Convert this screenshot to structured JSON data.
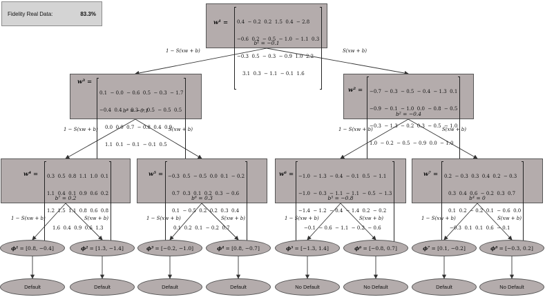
{
  "badge": {
    "label": "Fidelity Real Data:",
    "value": "83.3%"
  },
  "edge_left": "1 − S(xw + b)",
  "edge_right": "S(xw + b)",
  "nodes": {
    "w1": {
      "lhs": "w¹ =",
      "rows": [
        "0.4  − 0.2  0.2  1.5  0.4  − 2.8",
        "−0.6  0.2  − 0.5  − 1.0  − 1.1  0.3",
        "−0.3  0.5  − 0.3  − 0.9  1.0  2.2",
        "3.1  0.3  − 1.1  − 0.1  1.6"
      ],
      "bias": "b¹ = −0.1"
    },
    "w3": {
      "lhs": "w³ =",
      "rows": [
        "0.1  − 0.0  − 0.6  0.5  − 0.3  − 1.7",
        "−0.4  0.4  − 0.3  − 0.5  − 0.5  0.5",
        "0.0  0.0  0.7  − 0.8  0.4  0.9",
        "1.1  0.1  − 0.1  − 0.1  0.5"
      ],
      "bias": "b³ = −0.1"
    },
    "w2": {
      "lhs": "w² =",
      "rows": [
        "−0.7  − 0.3  − 0.5  − 0.4  − 1.3  0.1",
        "−0.9  − 0.1  − 1.0  0.0  − 0.8  − 0.5",
        "−0.3  − 1.3  − 0.2  0.3  − 0.5  − 1.0",
        "1.0  − 0.2  − 0.5  − 0.9  0.0  − 1.0"
      ],
      "bias": "b² = −0.4"
    },
    "w4": {
      "lhs": "w⁴ =",
      "rows": [
        "0.3  0.5  0.8  1.1  1.0  0.1",
        "1.1  0.4  0.1  0.9  0.6  0.2",
        "1.2  1.5  1.1  0.8  0.6  0.8",
        "1.6  0.4  0.9  0.6  1.3"
      ],
      "bias": "b⁷ = 0.2"
    },
    "w5": {
      "lhs": "w⁵ =",
      "rows": [
        "−0.3  0.5  − 0.5  0.0  0.1  − 0.2",
        "0.7  0.3  0.1  0.2  0.3  − 0.6",
        "0.1  − 0.5  0.2  0.2  0.3  0.4",
        "0.1  0.2  0.1  − 0.2  0.7"
      ],
      "bias": "b⁶ = 0.3"
    },
    "w6": {
      "lhs": "w⁶ =",
      "rows": [
        "−1.0  − 1.3  − 0.4  − 0.1  0.5  − 1.1",
        "−1.0  − 0.3  − 1.1  − 1.1  − 0.5  − 1.3",
        "−1.4  − 1.2  − 0.4  − 1.4  0.2  − 0.2",
        "−0.1  − 0.6  − 1.1  − 0.2  − 0.6"
      ],
      "bias": "b⁵ = −0.8"
    },
    "w7": {
      "lhs": "w⁷ =",
      "rows": [
        "0.2  − 0.3  0.3  0.4  0.2  − 0.3",
        "0.3  0.4  0.6  − 0.2  0.3  0.7",
        "0.1  0.2  − 0.2  0.1  − 0.6  0.0",
        "−0.3  0.1  0.1  0.6  − 0.1"
      ],
      "bias": "b⁴ = 0"
    }
  },
  "leaves": [
    {
      "phi": "ϕ¹",
      "value": "= [0.8, −0.4]",
      "outcome": "Default"
    },
    {
      "phi": "ϕ²",
      "value": "= [1.3, −1.4]",
      "outcome": "Default"
    },
    {
      "phi": "ϕ³",
      "value": "= [−0.2, −1.0]",
      "outcome": "Default"
    },
    {
      "phi": "ϕ⁴",
      "value": "= [0.8, −0.7]",
      "outcome": "Default"
    },
    {
      "phi": "ϕ⁵",
      "value": "= [−1.3, 1.4]",
      "outcome": "No Default"
    },
    {
      "phi": "ϕ⁶",
      "value": "= [−0.8, 0.7]",
      "outcome": "No Default"
    },
    {
      "phi": "ϕ⁷",
      "value": "= [0.1, −0.2]",
      "outcome": "Default"
    },
    {
      "phi": "ϕ⁸",
      "value": "= [−0.3, 0.2]",
      "outcome": "No Default"
    }
  ]
}
